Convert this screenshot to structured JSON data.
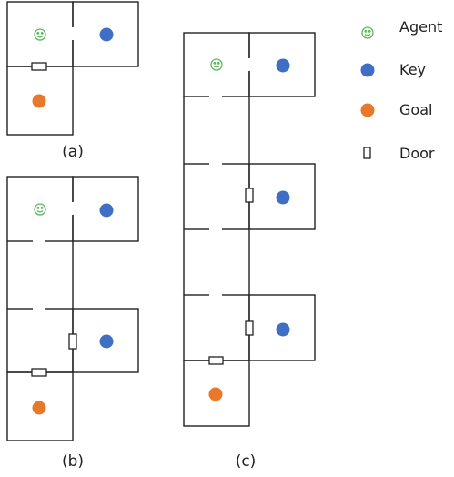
{
  "colors": {
    "agent": "#5cb85c",
    "key": "#3f6fc4",
    "goal": "#e8782a",
    "wall": "#222222"
  },
  "legend": {
    "agent": "Agent",
    "key": "Key",
    "goal": "Goal",
    "door": "Door"
  },
  "panels": {
    "a": "(a)",
    "b": "(b)",
    "c": "(c)"
  }
}
